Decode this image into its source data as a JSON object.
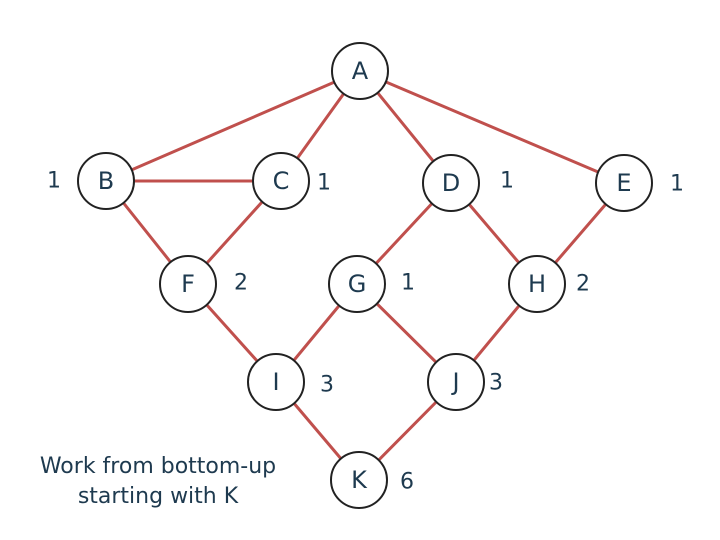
{
  "colors": {
    "edge": "#c0504d",
    "text": "#1e3a4f",
    "node_stroke": "#222222"
  },
  "nodes": [
    {
      "id": "A",
      "label": "A",
      "weight": ""
    },
    {
      "id": "B",
      "label": "B",
      "weight": "1"
    },
    {
      "id": "C",
      "label": "C",
      "weight": "1"
    },
    {
      "id": "D",
      "label": "D",
      "weight": "1"
    },
    {
      "id": "E",
      "label": "E",
      "weight": "1"
    },
    {
      "id": "F",
      "label": "F",
      "weight": "2"
    },
    {
      "id": "G",
      "label": "G",
      "weight": "1"
    },
    {
      "id": "H",
      "label": "H",
      "weight": "2"
    },
    {
      "id": "I",
      "label": "I",
      "weight": "3"
    },
    {
      "id": "J",
      "label": "J",
      "weight": "3"
    },
    {
      "id": "K",
      "label": "K",
      "weight": "6"
    }
  ],
  "edges": [
    [
      "A",
      "B"
    ],
    [
      "A",
      "C"
    ],
    [
      "A",
      "D"
    ],
    [
      "A",
      "E"
    ],
    [
      "B",
      "C"
    ],
    [
      "B",
      "F"
    ],
    [
      "C",
      "F"
    ],
    [
      "D",
      "G"
    ],
    [
      "D",
      "H"
    ],
    [
      "E",
      "H"
    ],
    [
      "F",
      "I"
    ],
    [
      "G",
      "I"
    ],
    [
      "G",
      "J"
    ],
    [
      "H",
      "J"
    ],
    [
      "I",
      "K"
    ],
    [
      "J",
      "K"
    ]
  ],
  "caption": {
    "line1": "Work from bottom-up",
    "line2": "starting with K"
  }
}
